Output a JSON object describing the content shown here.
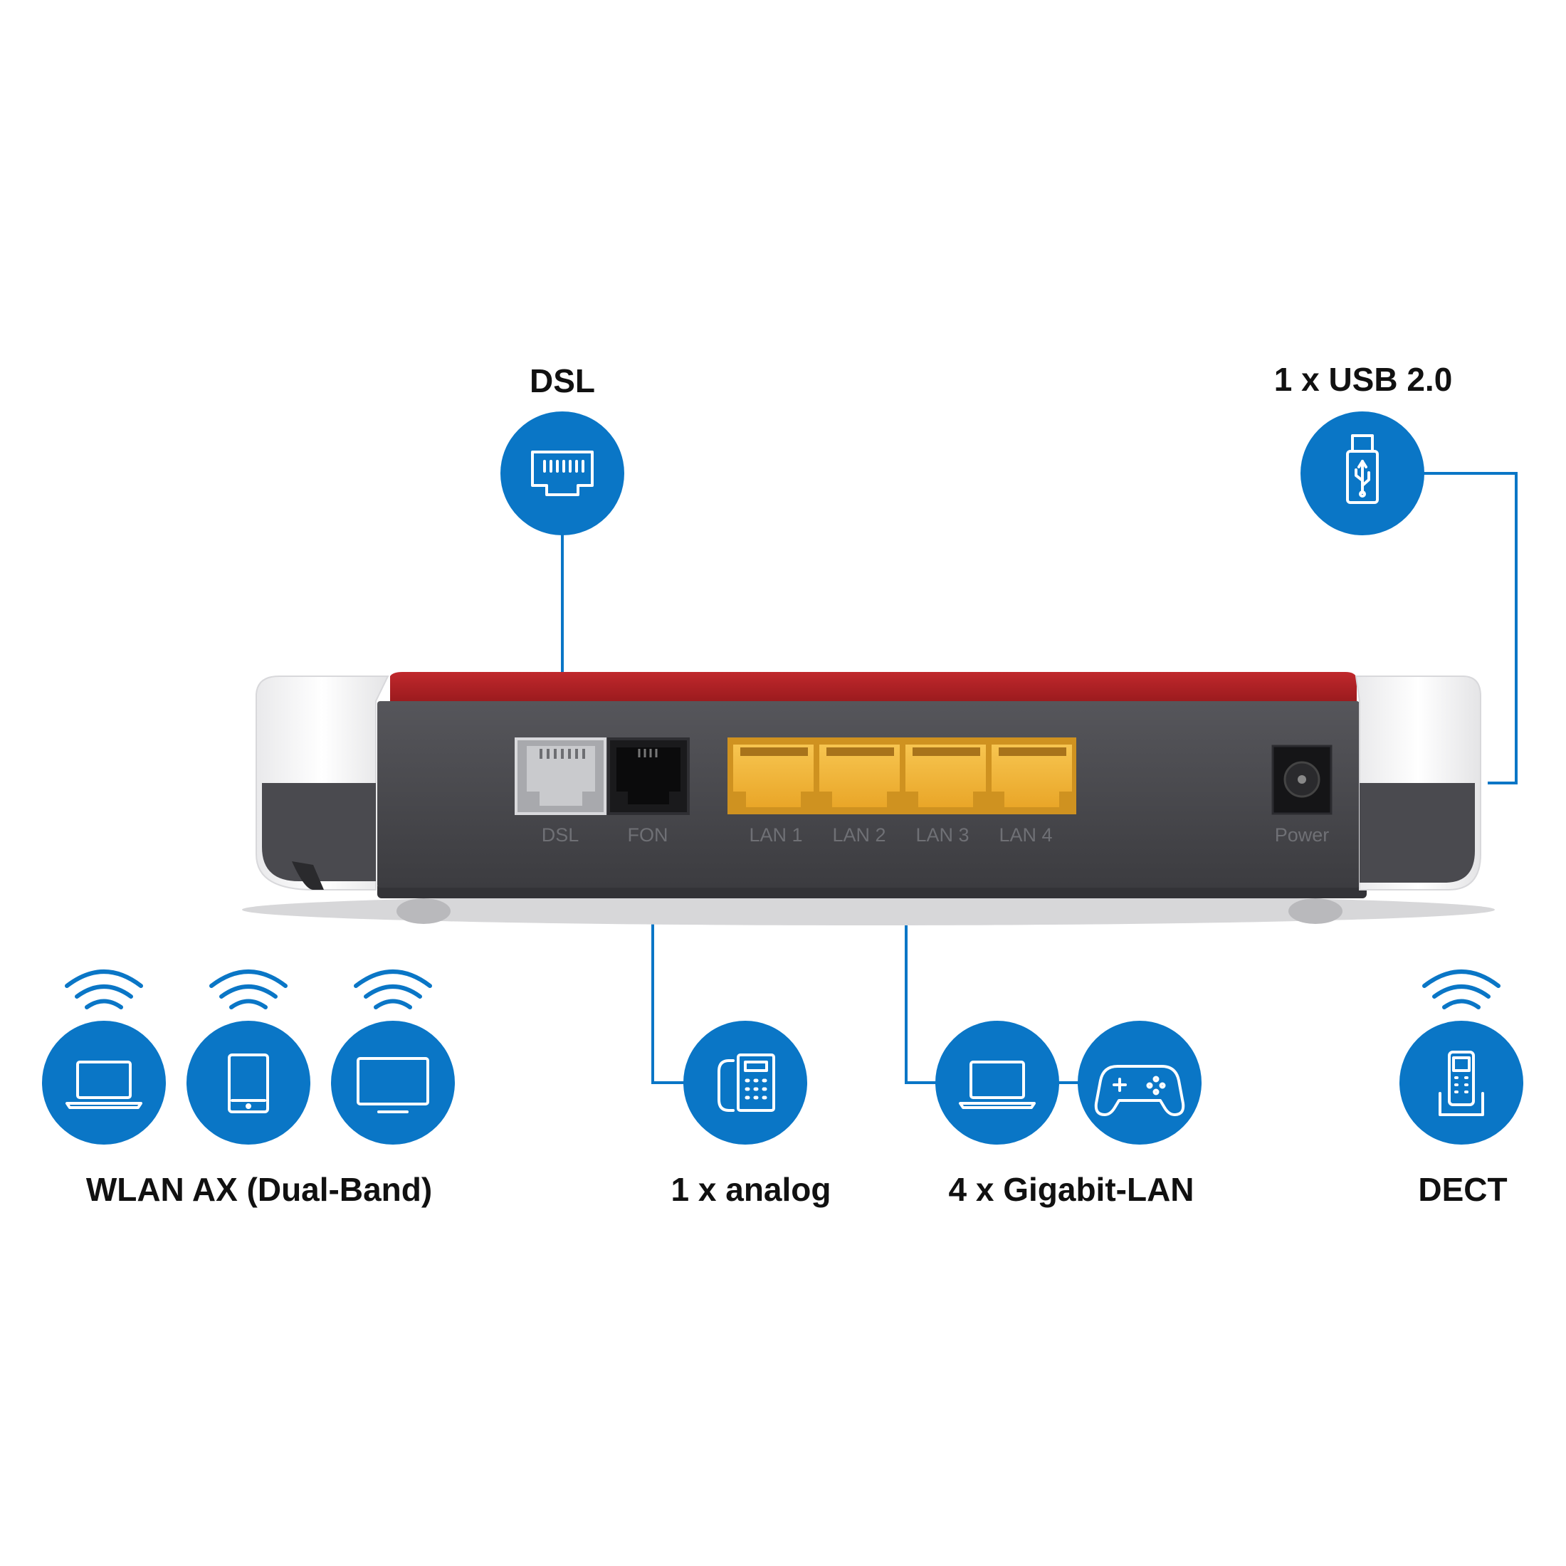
{
  "colors": {
    "accent_blue": "#0a76c6",
    "router_red": "#9c1b1f",
    "router_panel": "#4a4a4f",
    "lan_yellow": "#f3b534"
  },
  "features": {
    "dsl": {
      "title": "DSL",
      "icon": "ethernet-port-icon"
    },
    "usb": {
      "title": "1 x USB 2.0",
      "icon": "usb-stick-icon"
    },
    "wlan": {
      "title": "WLAN AX (Dual-Band)",
      "icons": [
        "laptop-icon",
        "tablet-icon",
        "monitor-icon"
      ]
    },
    "analog": {
      "title": "1 x analog",
      "icon": "desk-phone-icon"
    },
    "lan": {
      "title": "4 x Gigabit-LAN",
      "icons": [
        "laptop-icon",
        "gamepad-icon"
      ]
    },
    "dect": {
      "title": "DECT",
      "icon": "cordless-phone-icon"
    }
  },
  "router": {
    "ports": {
      "dsl": "DSL",
      "fon": "FON",
      "lan1": "LAN 1",
      "lan2": "LAN 2",
      "lan3": "LAN 3",
      "lan4": "LAN 4",
      "power": "Power"
    }
  }
}
